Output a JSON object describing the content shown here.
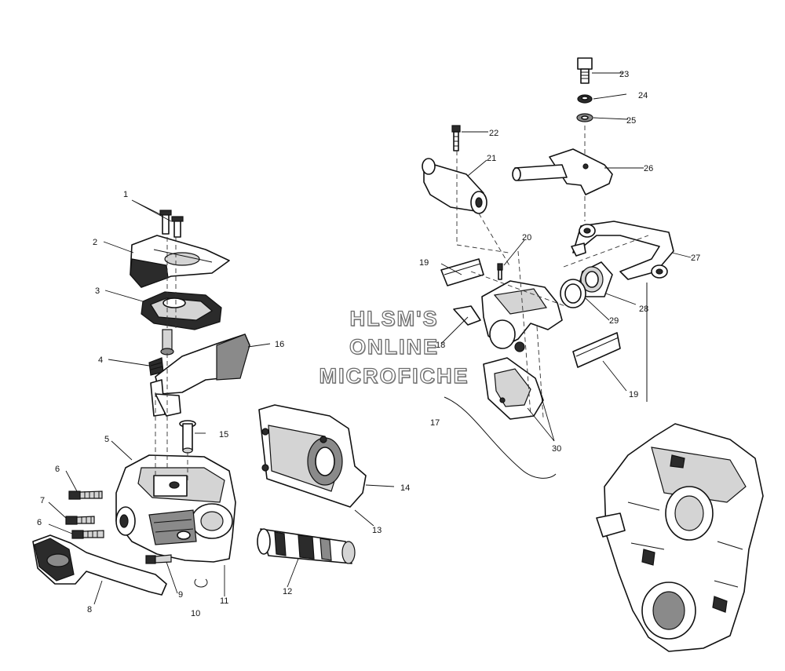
{
  "watermark": {
    "line1": "HLSM'S",
    "line2": "ONLINE",
    "line3": "MICROFICHE"
  },
  "callouts": {
    "n1": "1",
    "n2": "2",
    "n3": "3",
    "n4": "4",
    "n5": "5",
    "n6a": "6",
    "n6b": "6",
    "n7": "7",
    "n8": "8",
    "n9": "9",
    "n10": "10",
    "n11": "11",
    "n12": "12",
    "n13": "13",
    "n14": "14",
    "n15": "15",
    "n16": "16",
    "n17": "17",
    "n18": "18",
    "n19a": "19",
    "n19b": "19",
    "n20": "20",
    "n21": "21",
    "n22": "22",
    "n23": "23",
    "n24": "24",
    "n25": "25",
    "n26": "26",
    "n27": "27",
    "n28": "28",
    "n29": "29",
    "n30": "30"
  },
  "colors": {
    "line": "#111111",
    "watermark_outline": "#6a6a6a"
  }
}
